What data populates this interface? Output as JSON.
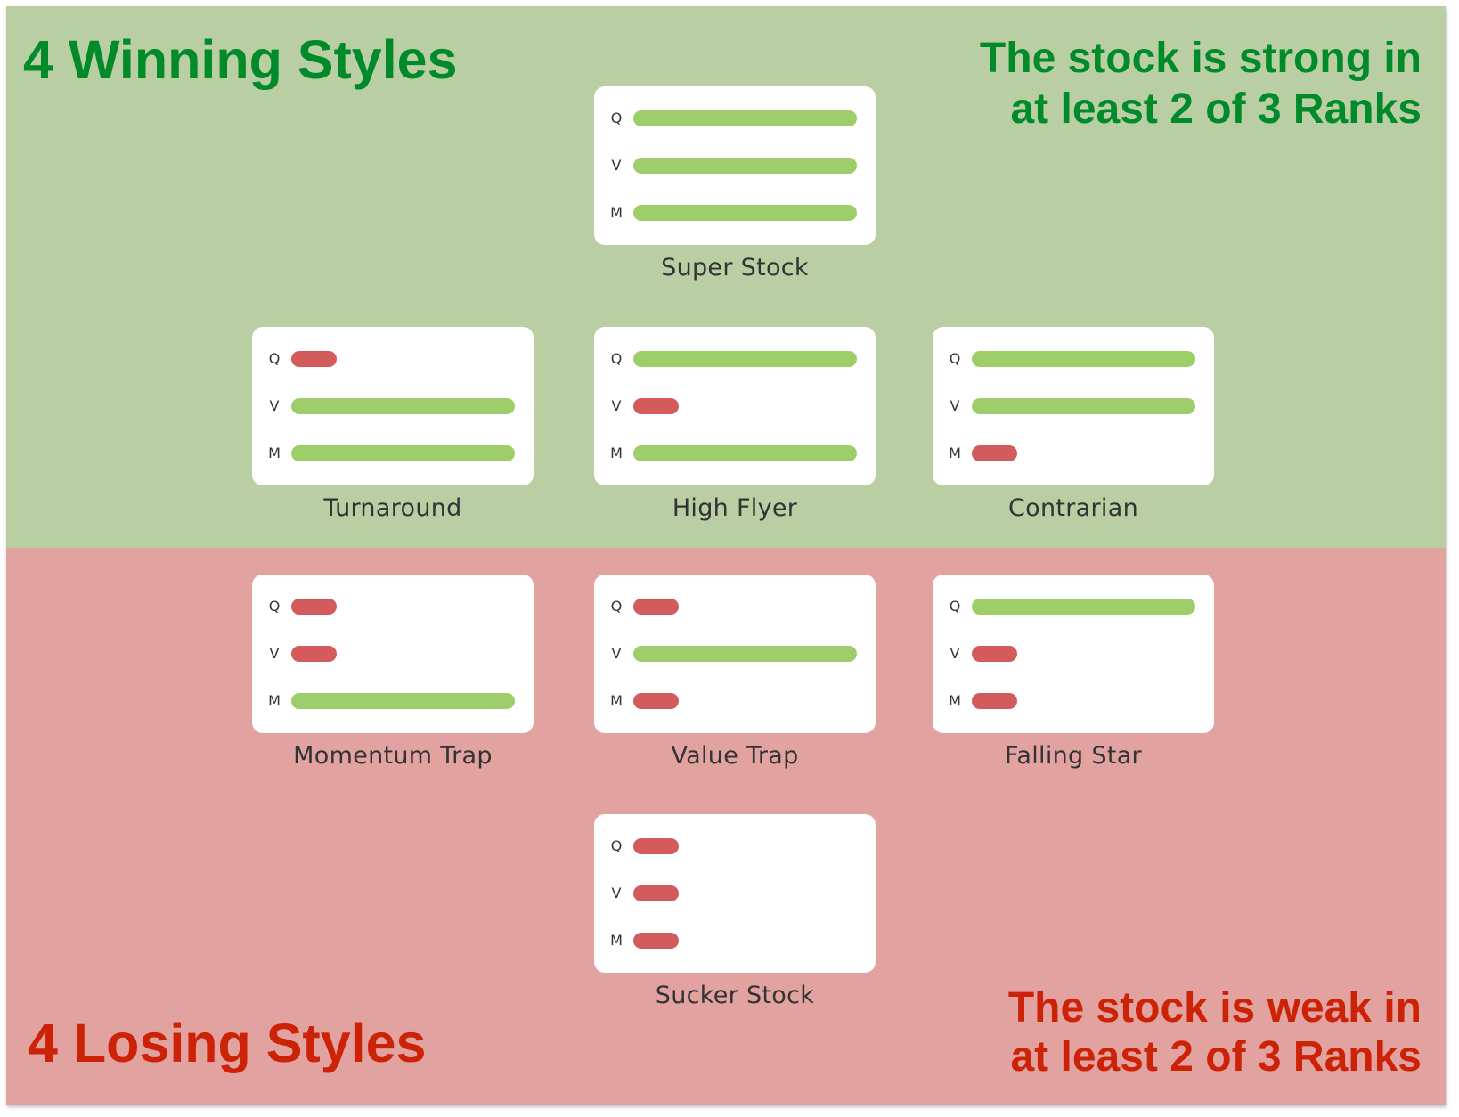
{
  "winning": {
    "title": "4 Winning Styles",
    "note_line1": "The stock is strong in",
    "note_line2": "at least 2 of 3 Ranks",
    "bg_color": "#b9cea3",
    "text_color": "#008a2a"
  },
  "losing": {
    "title": "4 Losing Styles",
    "note_line1": "The stock is weak in",
    "note_line2": "at least 2 of 3 Ranks",
    "bg_color": "#e1a2a0",
    "text_color": "#cc2207"
  },
  "legend": {
    "strong_color": "#9ece6a",
    "weak_color": "#d35b5b",
    "rank_labels": [
      "Q",
      "V",
      "M"
    ]
  },
  "styles": [
    {
      "name": "Super Stock",
      "group": "winning",
      "Q": "strong",
      "V": "strong",
      "M": "strong"
    },
    {
      "name": "Turnaround",
      "group": "winning",
      "Q": "weak",
      "V": "strong",
      "M": "strong"
    },
    {
      "name": "High Flyer",
      "group": "winning",
      "Q": "strong",
      "V": "weak",
      "M": "strong"
    },
    {
      "name": "Contrarian",
      "group": "winning",
      "Q": "strong",
      "V": "strong",
      "M": "weak"
    },
    {
      "name": "Momentum Trap",
      "group": "losing",
      "Q": "weak",
      "V": "weak",
      "M": "strong"
    },
    {
      "name": "Value Trap",
      "group": "losing",
      "Q": "weak",
      "V": "strong",
      "M": "weak"
    },
    {
      "name": "Falling Star",
      "group": "losing",
      "Q": "strong",
      "V": "weak",
      "M": "weak"
    },
    {
      "name": "Sucker Stock",
      "group": "losing",
      "Q": "weak",
      "V": "weak",
      "M": "weak"
    }
  ]
}
